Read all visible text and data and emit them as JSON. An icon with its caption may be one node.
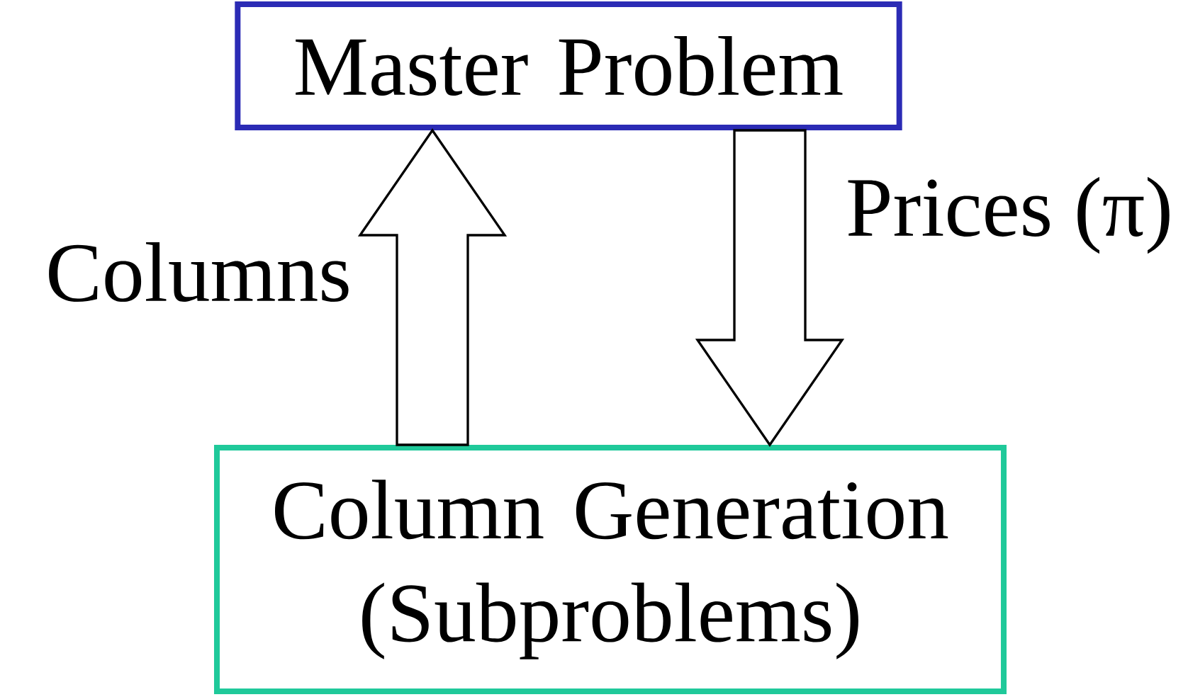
{
  "diagram": {
    "nodes": [
      {
        "text": [
          "Master Problem"
        ]
      },
      {
        "text": [
          "Column Generation (Subproblems)"
        ]
      }
    ],
    "edges": [
      {
        "from": 1,
        "to": 0,
        "arrow": "to",
        "label": "Columns"
      },
      {
        "from": 0,
        "to": 1,
        "arrow": "to",
        "label": "Prices (π)"
      }
    ]
  }
}
